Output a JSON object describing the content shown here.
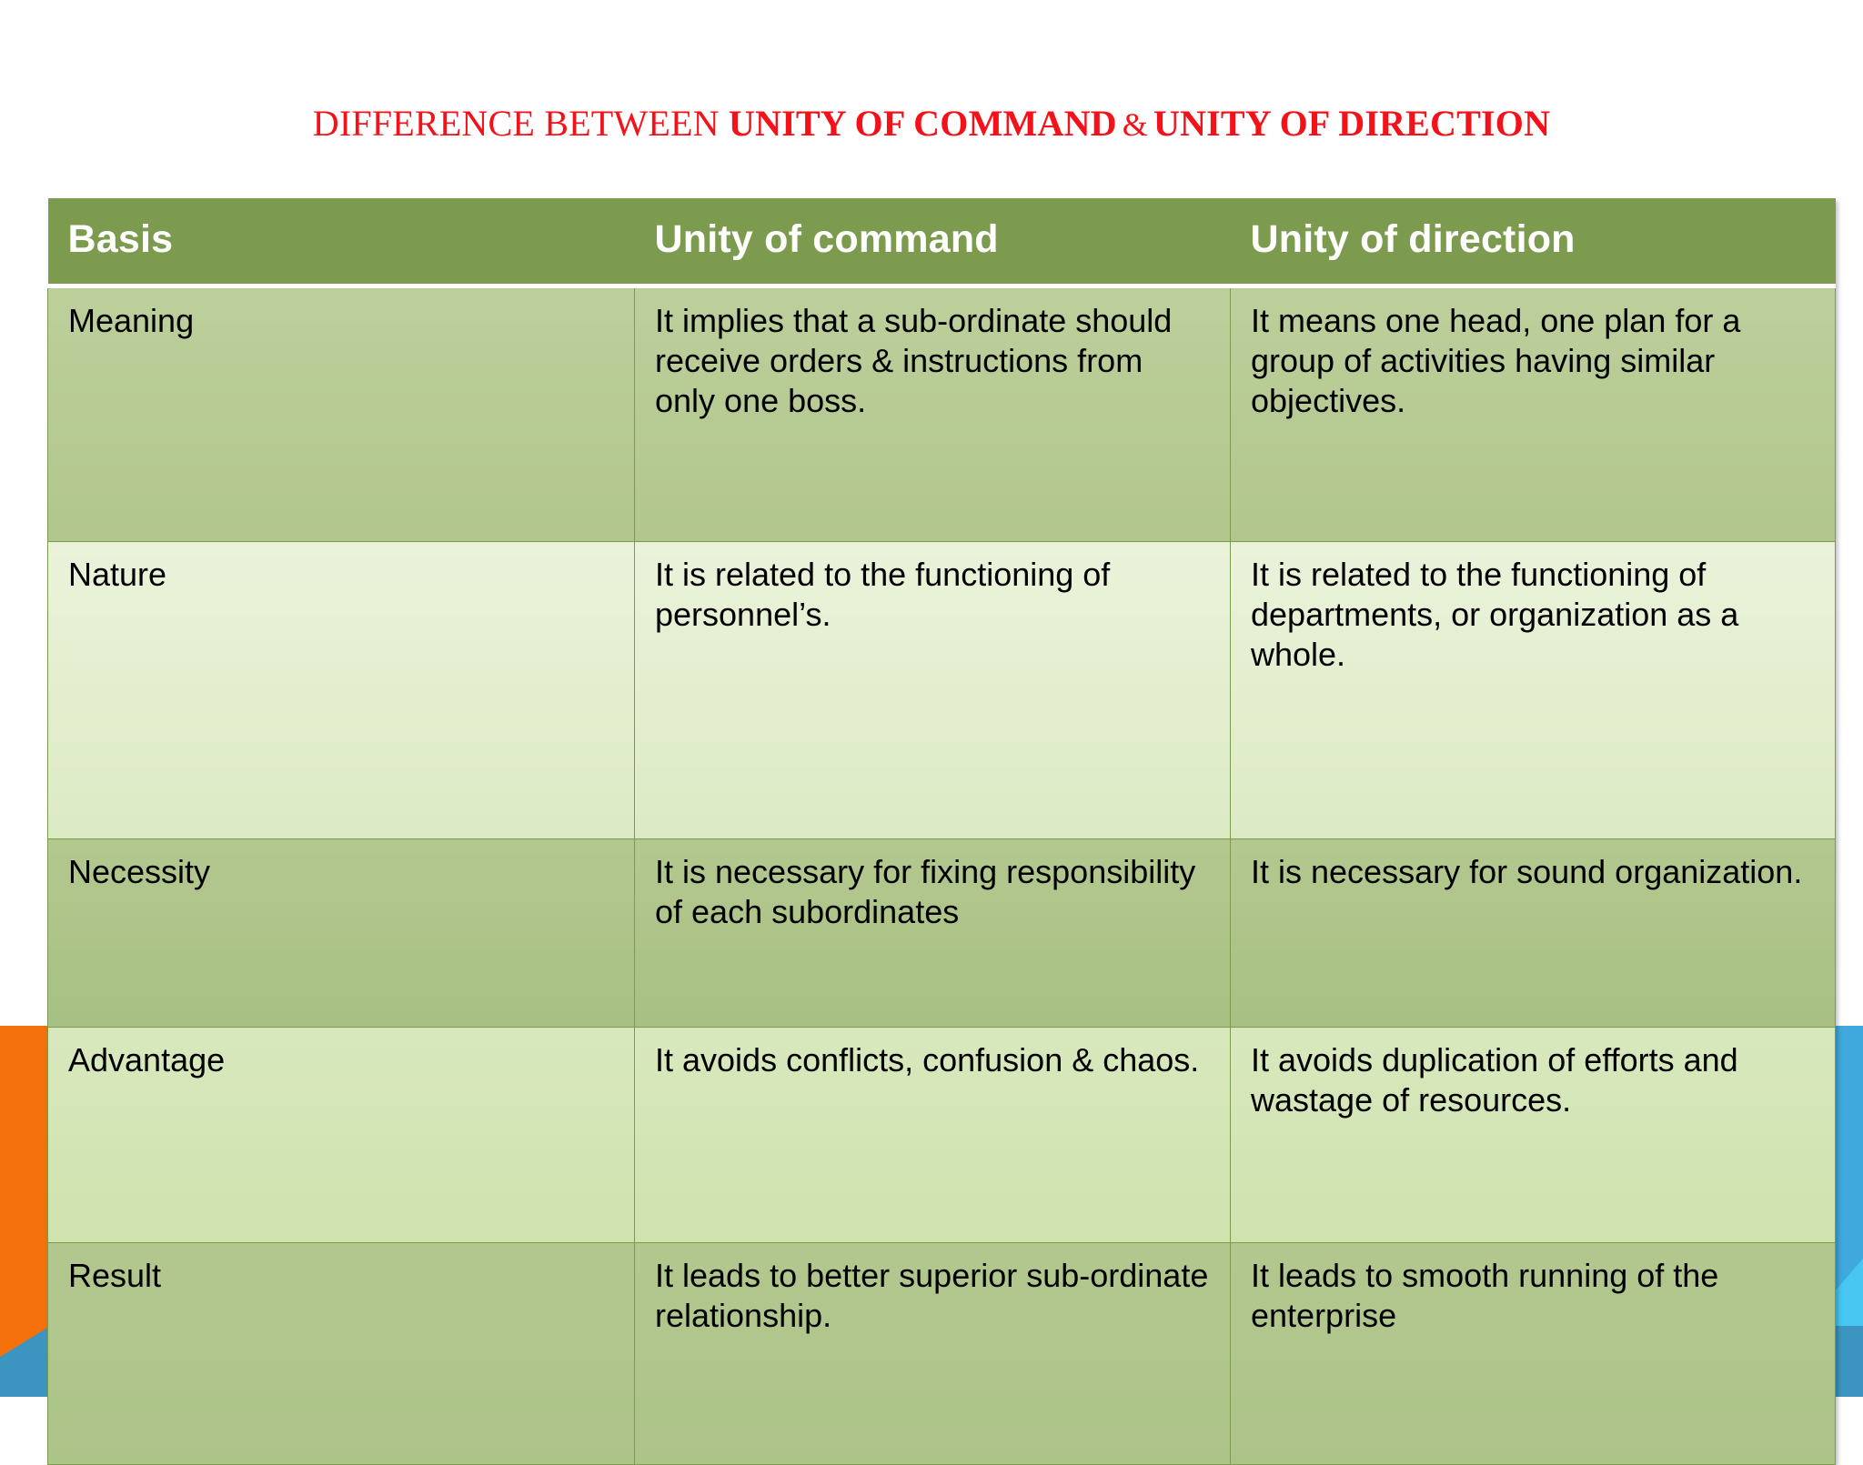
{
  "slide": {
    "title": {
      "lead": "DIFFERENCE BETWEEN ",
      "term1": "UNITY OF COMMAND",
      "conjunction": "&",
      "term2": "UNITY OF DIRECTION",
      "color": "#f4121a"
    },
    "accents": {
      "header_green": "#7d9b4e",
      "orange": "#f4700a",
      "blue": "#3c95c0",
      "blue_dark": "#1d6f96",
      "blue_light": "#46c6f0"
    }
  },
  "table": {
    "headers": [
      "Basis",
      "Unity of command",
      "Unity of direction"
    ],
    "rows": [
      {
        "basis": "Meaning",
        "unity_of_command": "It implies that a sub-ordinate should receive orders & instructions from only one boss.",
        "unity_of_direction": "It means one head, one plan for a group of activities having similar objectives."
      },
      {
        "basis": "Nature",
        "unity_of_command": "It is related to the functioning of personnel’s.",
        "unity_of_direction": "It is related to the functioning of departments, or organization as a whole."
      },
      {
        "basis": "Necessity",
        "unity_of_command": "It is necessary for fixing responsibility of each subordinates",
        "unity_of_direction": " It is necessary for sound organization."
      },
      {
        "basis": "Advantage",
        "unity_of_command": "It avoids conflicts, confusion & chaos.",
        "unity_of_direction": "It avoids duplication of efforts and wastage of resources."
      },
      {
        "basis": "Result",
        "unity_of_command": "It leads to better superior sub-ordinate relationship.",
        "unity_of_direction": "It leads to smooth running of the enterprise"
      }
    ]
  }
}
